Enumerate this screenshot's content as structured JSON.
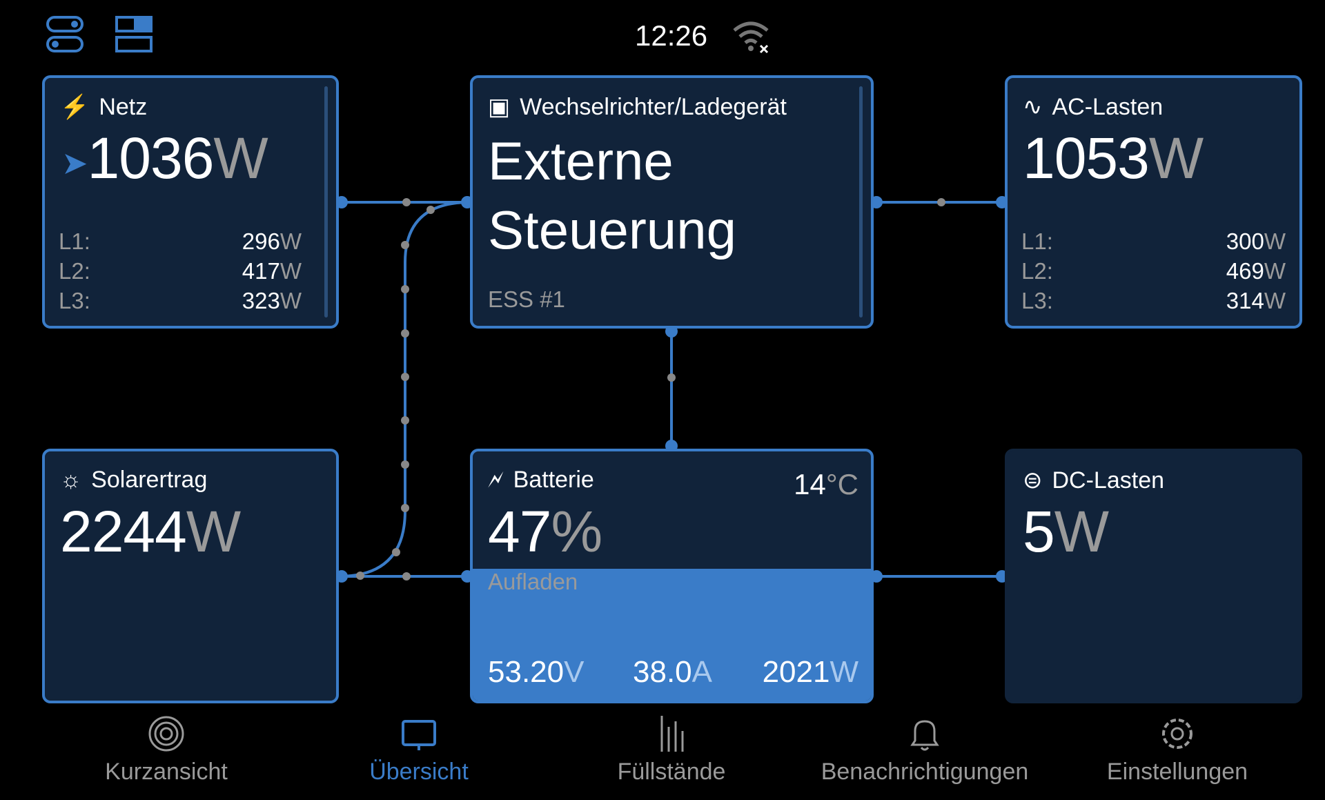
{
  "status_bar": {
    "time": "12:26",
    "wifi_icon": "wifi-disconnected-icon"
  },
  "grid": {
    "title": "Netz",
    "value": "1036",
    "unit": "W",
    "phases": [
      {
        "label": "L1:",
        "value": "296",
        "unit": "W"
      },
      {
        "label": "L2:",
        "value": "417",
        "unit": "W"
      },
      {
        "label": "L3:",
        "value": "323",
        "unit": "W"
      }
    ]
  },
  "inverter": {
    "title": "Wechselrichter/Ladegerät",
    "state_line1": "Externe",
    "state_line2": "Steuerung",
    "mode": "ESS #1"
  },
  "ac_loads": {
    "title": "AC-Lasten",
    "value": "1053",
    "unit": "W",
    "phases": [
      {
        "label": "L1:",
        "value": "300",
        "unit": "W"
      },
      {
        "label": "L2:",
        "value": "469",
        "unit": "W"
      },
      {
        "label": "L3:",
        "value": "314",
        "unit": "W"
      }
    ]
  },
  "solar": {
    "title": "Solarertrag",
    "value": "2244",
    "unit": "W"
  },
  "battery": {
    "title": "Batterie",
    "temperature": "14",
    "temp_unit": "°C",
    "soc": "47",
    "soc_unit": "%",
    "soc_fraction": 0.47,
    "state": "Aufladen",
    "voltage": "53.20",
    "voltage_unit": "V",
    "current": "38.0",
    "current_unit": "A",
    "power": "2021",
    "power_unit": "W"
  },
  "dc_loads": {
    "title": "DC-Lasten",
    "value": "5",
    "unit": "W"
  },
  "nav": [
    {
      "label": "Kurzansicht"
    },
    {
      "label": "Übersicht",
      "active": true
    },
    {
      "label": "Füllstände"
    },
    {
      "label": "Benachrichtigungen"
    },
    {
      "label": "Einstellungen"
    }
  ],
  "colors": {
    "accent": "#3a7cc8",
    "panel": "#11233a",
    "muted": "#9a9a9a"
  }
}
